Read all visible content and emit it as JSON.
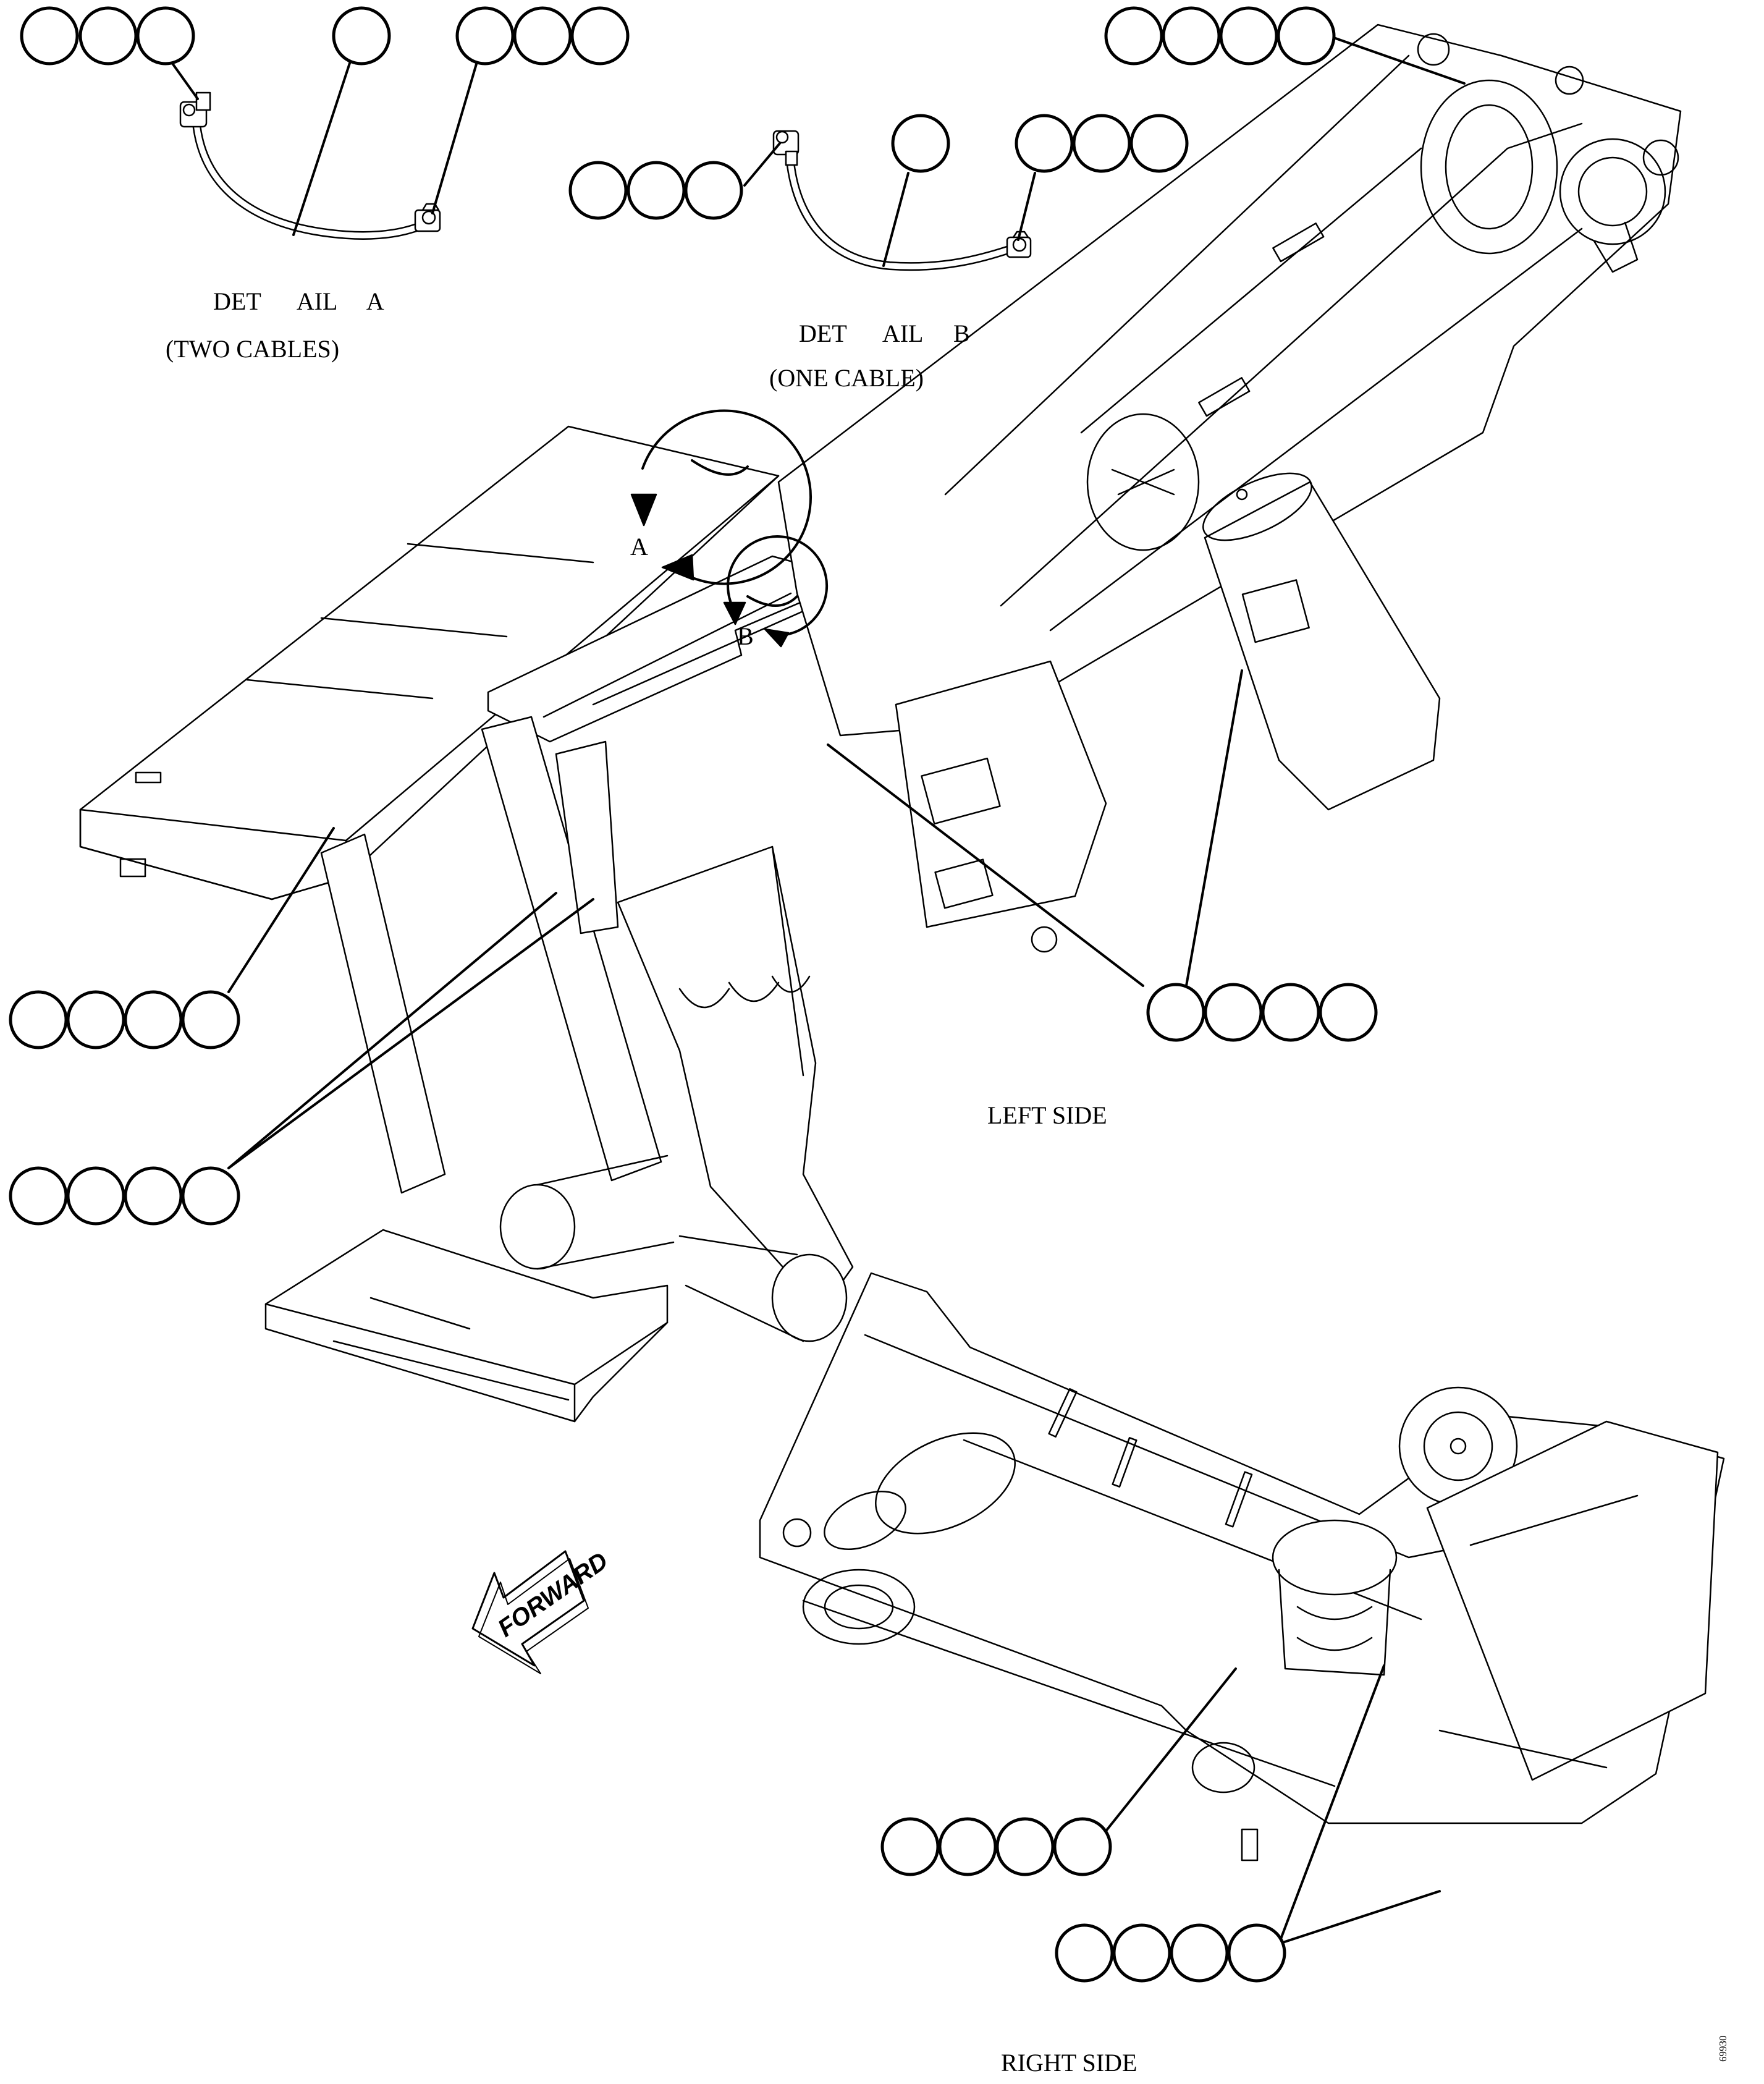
{
  "details": {
    "a": {
      "title": "DET      AIL     A",
      "note": "(TWO CABLES)",
      "callout_letter": "A"
    },
    "b": {
      "title": "DET      AIL     B",
      "note": "(ONE CABLE)",
      "callout_letter": "B"
    }
  },
  "views": {
    "left_label": "LEFT SIDE",
    "right_label": "RIGHT SIDE"
  },
  "forward_arrow": {
    "label": "FORWARD"
  },
  "document_number": "69930",
  "balloon_groups": [
    {
      "id": "detail-a-left-end",
      "count": 3,
      "reference_text": []
    },
    {
      "id": "detail-a-cable",
      "count": 1,
      "reference_text": []
    },
    {
      "id": "detail-a-right-end",
      "count": 3,
      "reference_text": []
    },
    {
      "id": "detail-b-left-end",
      "count": 3,
      "reference_text": []
    },
    {
      "id": "detail-b-cable",
      "count": 1,
      "reference_text": []
    },
    {
      "id": "detail-b-right-end",
      "count": 3,
      "reference_text": []
    },
    {
      "id": "boom-top-ground",
      "count": 4,
      "reference_text": []
    },
    {
      "id": "frame-left-ground",
      "count": 4,
      "reference_text": []
    },
    {
      "id": "frame-lower-ground",
      "count": 4,
      "reference_text": []
    },
    {
      "id": "frame-right-ground",
      "count": 4,
      "reference_text": []
    },
    {
      "id": "right-side-ground-upper",
      "count": 4,
      "reference_text": []
    },
    {
      "id": "right-side-ground-lower",
      "count": 4,
      "reference_text": []
    }
  ],
  "colors": {
    "line": "#000000",
    "background": "#ffffff"
  }
}
